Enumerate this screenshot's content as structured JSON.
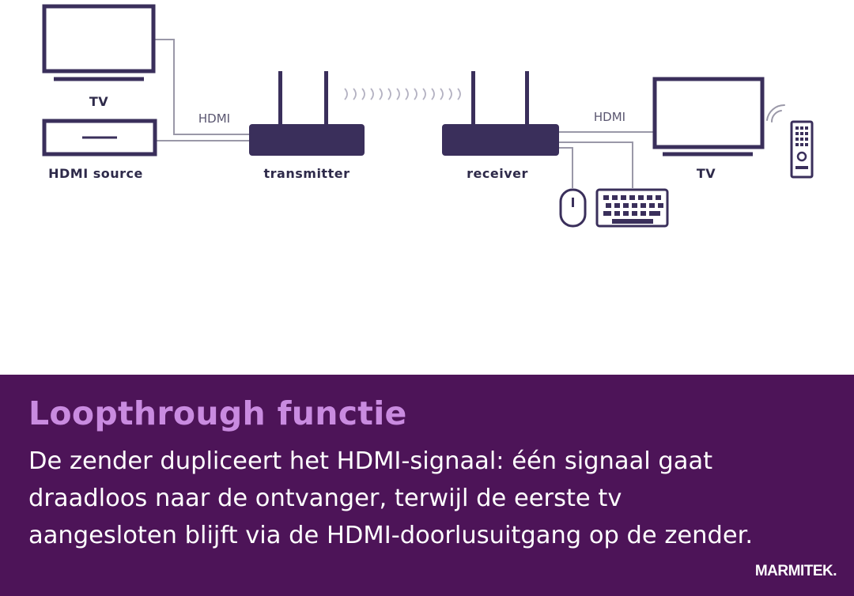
{
  "diagram": {
    "labels": {
      "tv_left": "TV",
      "hdmi_source": "HDMI source",
      "transmitter": "transmitter",
      "receiver": "receiver",
      "tv_right": "TV",
      "hdmi_left": "HDMI",
      "hdmi_right": "HDMI"
    },
    "colors": {
      "device": "#3a2f5b",
      "line": "#9a98a8",
      "signal": "#b4b2c2"
    }
  },
  "banner": {
    "heading": "Loopthrough functie",
    "body_lines": [
      "De zender dupliceert het HDMI-signaal: één signaal gaat",
      "draadloos naar de ontvanger, terwijl de eerste tv",
      "aangesloten blijft via de HDMI-doorlusuitgang op de zender."
    ],
    "background": "#4d1458",
    "heading_color": "#c98be0"
  },
  "brand": "MARMITEK."
}
